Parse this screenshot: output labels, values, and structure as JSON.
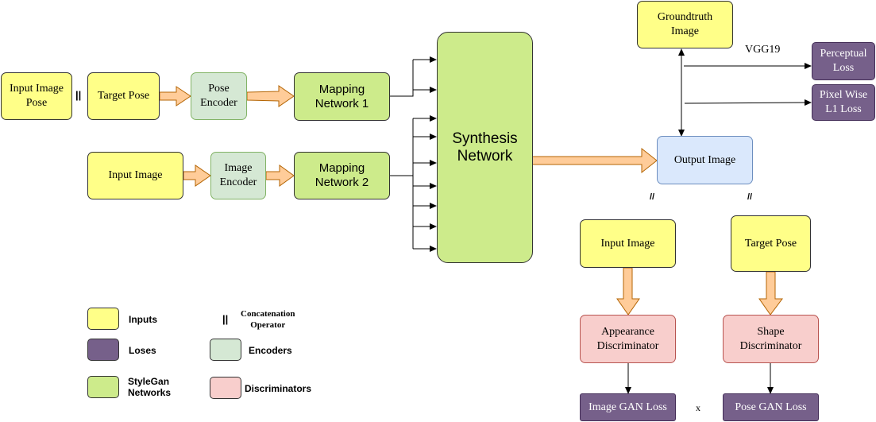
{
  "nodes": {
    "input_image_pose": "Input Image\nPose",
    "target_pose": "Target Pose",
    "pose_encoder": "Pose\nEncoder",
    "mapping_network_1": "Mapping\nNetwork 1",
    "input_image": "Input Image",
    "image_encoder": "Image\nEncoder",
    "mapping_network_2": "Mapping\nNetwork 2",
    "synthesis_network": "Synthesis\nNetwork",
    "groundtruth_image": "Groundtruth\nImage",
    "output_image": "Output Image",
    "perceptual_loss": "Perceptual\nLoss",
    "pixel_wise_loss": "Pixel Wise\nL1 Loss",
    "disc_input_image": "Input Image",
    "disc_target_pose": "Target Pose",
    "appearance_discriminator": "Appearance\nDiscriminator",
    "shape_discriminator": "Shape\nDiscriminator",
    "image_gan_loss": "Image GAN Loss",
    "pose_gan_loss": "Pose GAN Loss"
  },
  "labels": {
    "concat_symbol": "||",
    "vgg19": "VGG19",
    "multiply": "x",
    "concat_slash_left": "//",
    "concat_slash_right": "//"
  },
  "legend": {
    "inputs": "Inputs",
    "loses": "Loses",
    "stylegan": "StyleGan\nNetworks",
    "concat_symbol": "||",
    "concat_operator": "Concatenation\nOperator",
    "encoders": "Encoders",
    "discriminators": "Discriminators"
  },
  "colors": {
    "input": "#ffff88",
    "encoder": "#d5e8d4",
    "stylegan": "#cdeb8b",
    "loss": "#76608a",
    "discriminator": "#f8cecc",
    "output": "#dae8fc",
    "block_arrow": "#ffcc99"
  }
}
